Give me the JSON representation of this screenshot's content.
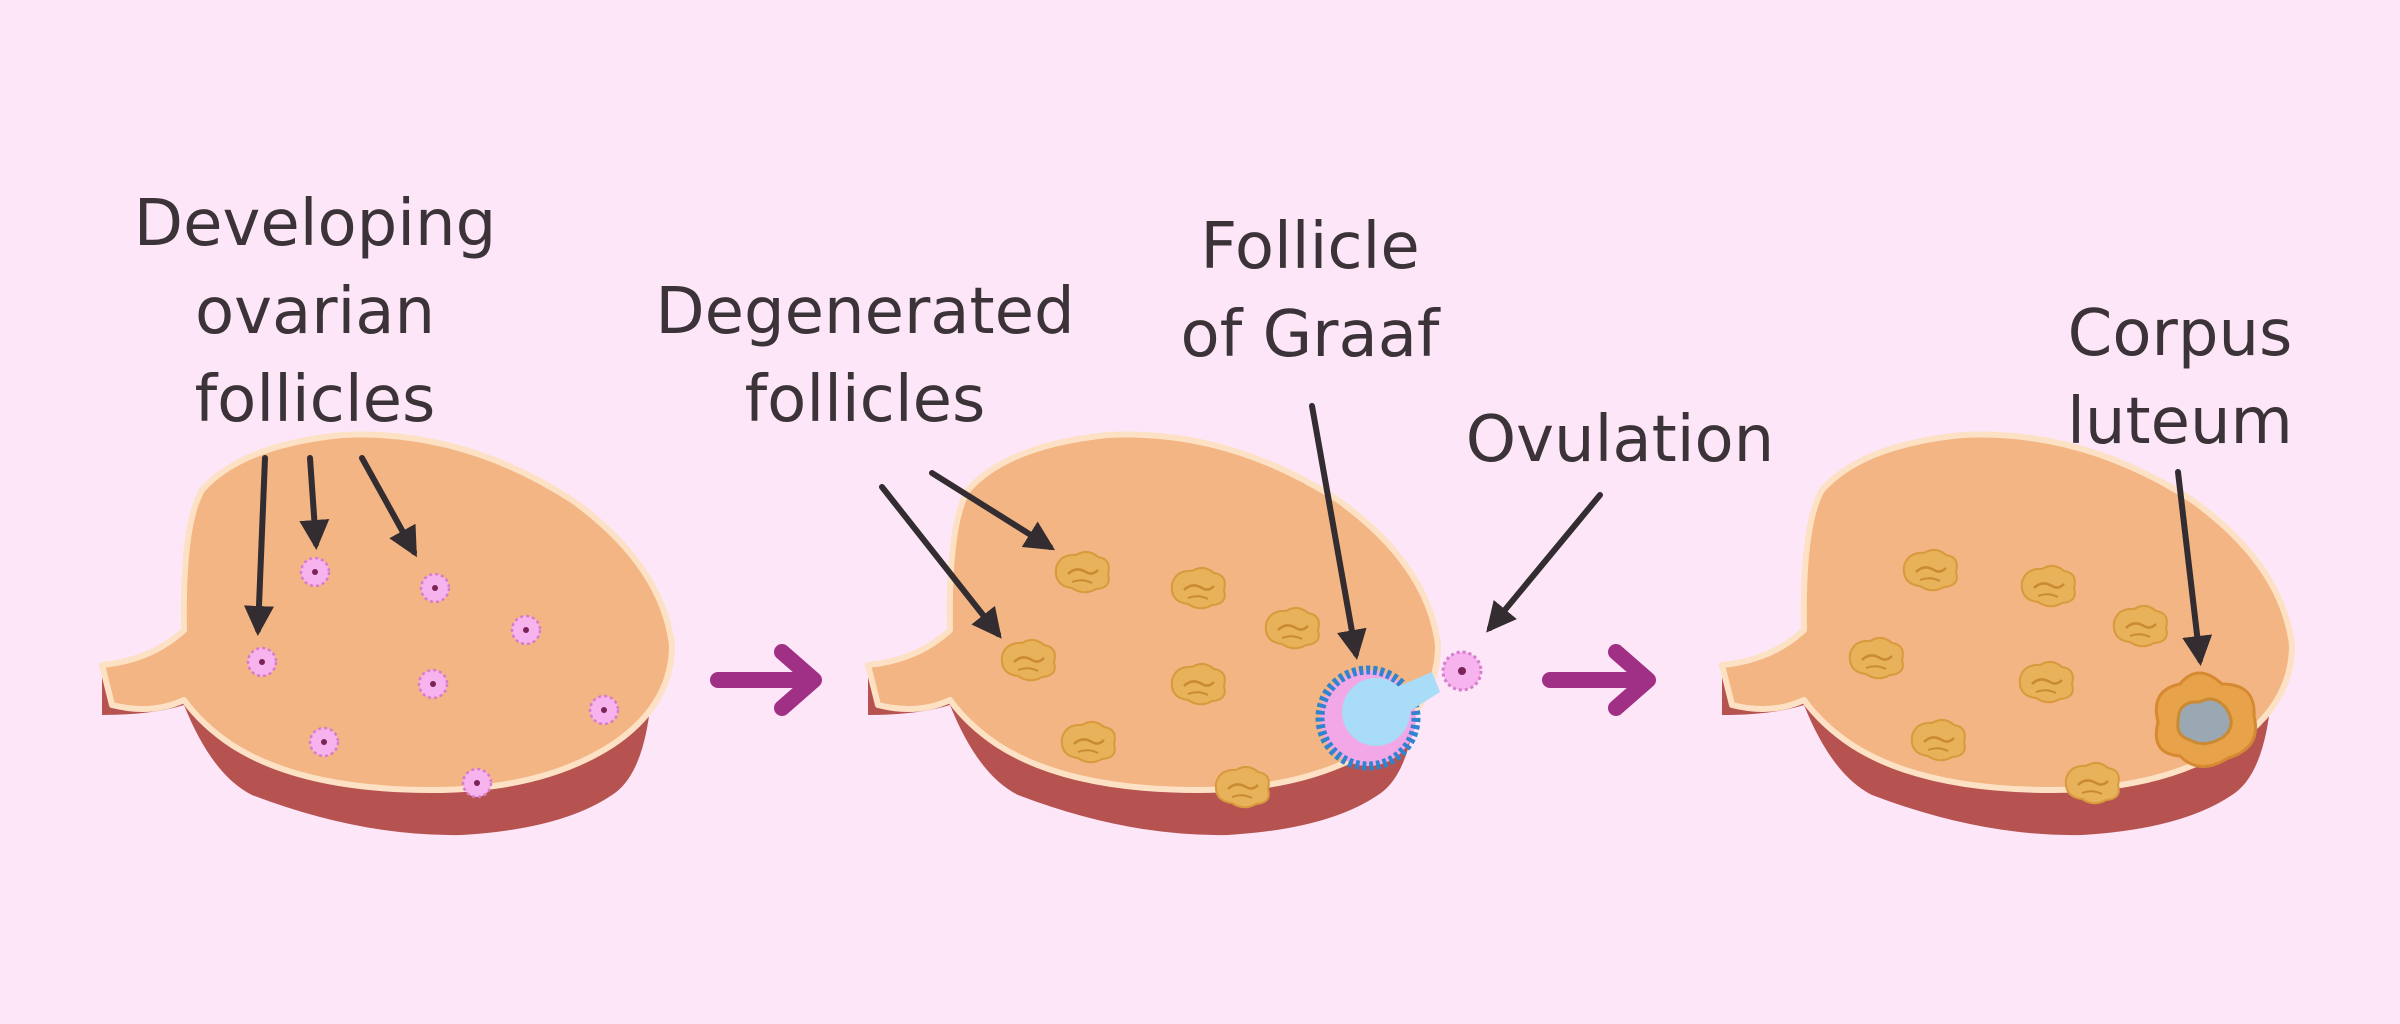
{
  "labels": {
    "developing": [
      "Developing",
      "ovarian",
      "follicles"
    ],
    "degenerated": [
      "Degenerated",
      "follicles"
    ],
    "graaf": [
      "Follicle",
      "of Graaf"
    ],
    "ovulation": "Ovulation",
    "corpus": [
      "Corpus",
      "luteum"
    ]
  },
  "colors": {
    "background": "#fde6f8",
    "ovary_body": "#f3b583",
    "ovary_edge": "#fde1c4",
    "ovary_side": "#b65351",
    "follicle_pink": "#f6b3ee",
    "degenerated_follicle": "#e8b25a",
    "graafian_fluid": "#a9dcf6",
    "stage_arrow": "#a03085",
    "pointer_arrow": "#332c30",
    "text": "#3b3338"
  }
}
